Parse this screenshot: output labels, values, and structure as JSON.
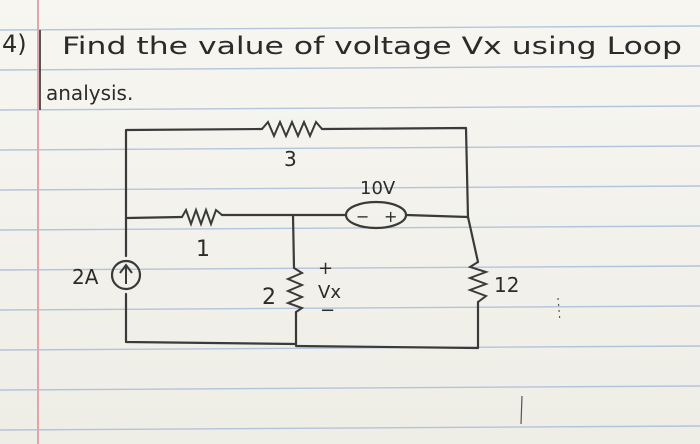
{
  "problem": {
    "number": "4)",
    "line1": "Find the value of voltage Vx using Loop",
    "line2": "analysis."
  },
  "circuit": {
    "r_top": "3",
    "r_left": "1",
    "r_middle": "2",
    "r_right": "12",
    "voltage_source": "10V",
    "vs_minus": "−",
    "vs_plus": "+",
    "current_source": "2A",
    "vx_label": "Vx",
    "vx_plus": "+",
    "vx_minus": "−"
  },
  "colors": {
    "ink": "#2f2f2f",
    "rule_blue": "#9fb6d6",
    "margin_red": "#e1a1a8"
  }
}
